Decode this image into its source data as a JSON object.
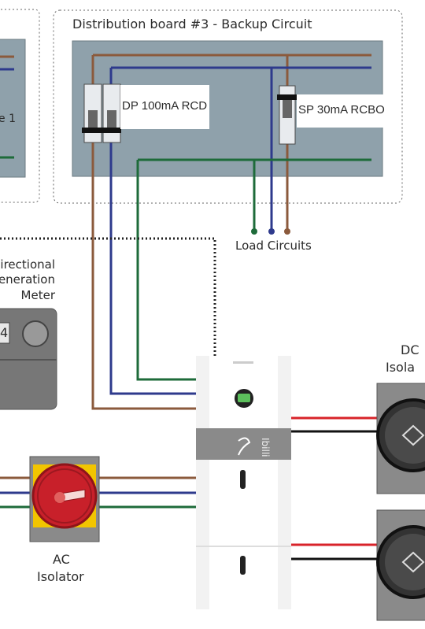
{
  "board": {
    "title": "Distribution board #3 - Backup Circuit",
    "rcd_label": "DP 100mA RCD",
    "rcbo_label": "SP 30mA RCBO",
    "load_label": "Load Circuits"
  },
  "left_board": {
    "label_fragment": "e 1"
  },
  "meter": {
    "label_lines": [
      "lirectional",
      "eneration",
      "Meter"
    ],
    "display_fragment": "4"
  },
  "ac_isolator": {
    "label_lines": [
      "AC",
      "Isolator"
    ]
  },
  "dc_isolator": {
    "label_lines": [
      "DC",
      "Isola"
    ]
  },
  "inverter": {
    "side_text": "Ibilli"
  },
  "colors": {
    "live": "#8b5a3c",
    "neutral": "#2e3a8c",
    "earth": "#1e6b3a",
    "dc_pos": "#d8232a",
    "dc_neg": "#111111",
    "board_bg": "#8fa1ab",
    "isolator_red": "#c8202a",
    "isolator_yellow": "#f2c500"
  }
}
